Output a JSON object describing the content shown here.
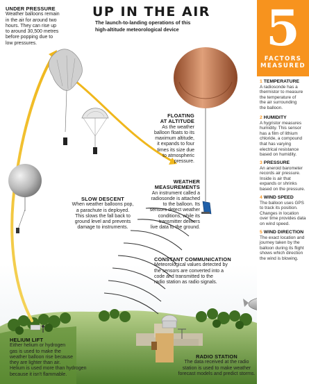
{
  "title": {
    "main": "UP IN THE AIR",
    "sub_line1": "The launch-to-landing operations of this",
    "sub_line2": "high-altitude meteorological device"
  },
  "labels": {
    "under_pressure": {
      "heading": "UNDER PRESSURE",
      "lines": [
        "Weather balloons remain",
        "in the air for around two",
        "hours. They can rise up",
        "to around 30,500 metres",
        "before popping due to",
        "low pressures."
      ]
    },
    "floating": {
      "heading_lines": [
        "FLOATING",
        "AT ALTITUDE"
      ],
      "lines": [
        "As the weather",
        "balloon floats to its",
        "maximum altitude,",
        "it expands to four",
        "times its size due",
        "to atmospheric",
        "pressure."
      ]
    },
    "slow_descent": {
      "heading": "SLOW DESCENT",
      "lines": [
        "When weather balloons pop,",
        "a parachute is deployed.",
        "This slows the fall back to",
        "ground level and prevents",
        "damage to instruments."
      ]
    },
    "weather_measurements": {
      "heading_lines": [
        "WEATHER",
        "MEASUREMENTS"
      ],
      "lines": [
        "An instrument called a",
        "radiosonde is attached",
        "to the balloon. Its",
        "sensors detect weather",
        "conditions, while its",
        "transmitter delivers",
        "live data to the ground."
      ]
    },
    "constant_communication": {
      "heading": "CONSTANT COMMUNICATION",
      "lines": [
        "Meteorological values detected by",
        "the sensors are converted into a",
        "code and transmitted to the",
        "radio station as radio signals."
      ]
    },
    "helium_lift": {
      "heading": "HELIUM LIFT",
      "lines": [
        "Either helium or hydrogen",
        "gas is used to make the",
        "weather balloon rise because",
        "they are lighter than air.",
        "Helium is used more than hydrogen",
        "because it isn't flammable."
      ]
    },
    "radio_station": {
      "heading": "RADIO STATION",
      "lines": [
        "The data received at the radio",
        "station is used to make weather",
        "forecast models and predict storms."
      ]
    }
  },
  "sidebar": {
    "big_number": "5",
    "caption_line1": "FACTORS",
    "caption_line2": "MEASURED",
    "factors": [
      {
        "num": "1",
        "heading": "TEMPERATURE",
        "lines": [
          "A radiosonde has a",
          "thermistor to measure",
          "the temperature of",
          "the air surrounding",
          "the balloon."
        ]
      },
      {
        "num": "2",
        "heading": "HUMIDITY",
        "lines": [
          "A hygristor measures",
          "humidity. This sensor",
          "has a film of lithium",
          "chloride, a compound",
          "that has varying",
          "electrical resistance",
          "based on humidity."
        ]
      },
      {
        "num": "3",
        "heading": "PRESSURE",
        "lines": [
          "An aneroid barometer",
          "records air pressure.",
          "Inside is air that",
          "expands or shrinks",
          "based on the pressure."
        ]
      },
      {
        "num": "4",
        "heading": "WIND SPEED",
        "lines": [
          "The balloon uses GPS",
          "to track its position.",
          "Changes in location",
          "over time provides data",
          "on wind speed."
        ]
      },
      {
        "num": "5",
        "heading": "WIND DIRECTION",
        "lines": [
          "The exact location and",
          "journey taken by the",
          "balloon during its flight",
          "shows which direction",
          "the wind is blowing."
        ]
      }
    ]
  },
  "colors": {
    "accent": "#f7931e",
    "arrow": "#f2c62e",
    "balloon_copper": "#c8754a",
    "grass": "#6a9a3a"
  }
}
